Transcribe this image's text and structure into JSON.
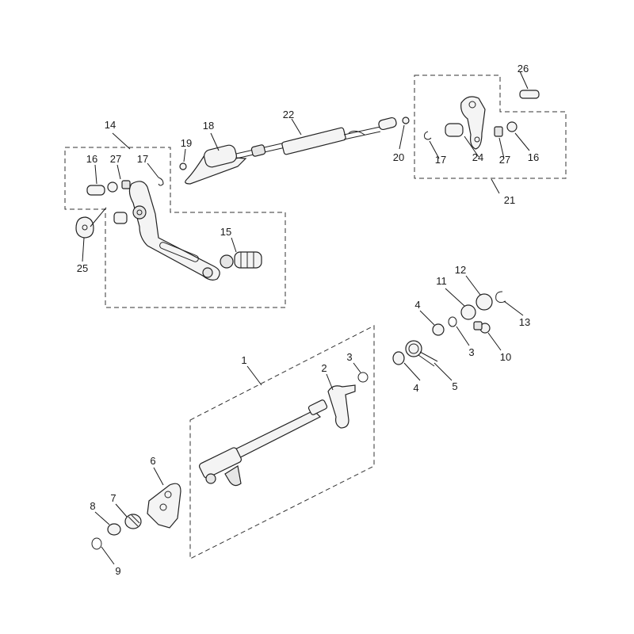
{
  "callouts": {
    "n1": "1",
    "n2": "2",
    "n3": "3",
    "n3b": "3",
    "n4": "4",
    "n4b": "4",
    "n5": "5",
    "n6": "6",
    "n7": "7",
    "n8": "8",
    "n9": "9",
    "n10": "10",
    "n11": "11",
    "n12": "12",
    "n13": "13",
    "n14": "14",
    "n15": "15",
    "n16": "16",
    "n16b": "16",
    "n17": "17",
    "n17b": "17",
    "n18": "18",
    "n19": "19",
    "n20": "20",
    "n21": "21",
    "n22": "22",
    "n24": "24",
    "n25": "25",
    "n26": "26",
    "n27": "27",
    "n27b": "27"
  },
  "colors": {
    "line": "#222222",
    "fill": "#f4f4f4",
    "background": "#ffffff"
  }
}
